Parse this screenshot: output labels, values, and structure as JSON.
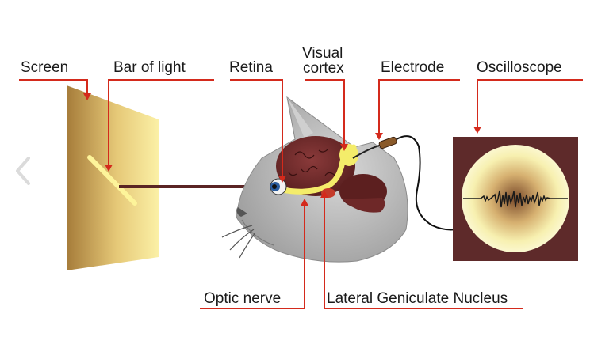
{
  "labels": {
    "screen": "Screen",
    "bar_of_light": "Bar of light",
    "retina": "Retina",
    "visual_cortex_line1": "Visual",
    "visual_cortex_line2": "cortex",
    "electrode": "Electrode",
    "oscilloscope": "Oscilloscope",
    "optic_nerve": "Optic nerve",
    "lgn": "Lateral Geniculate Nucleus"
  },
  "colors": {
    "leader_lines": "#d42a1c",
    "screen_dark": "#a67c3a",
    "screen_light": "#fbf0a6",
    "cat_fur": "#b9b9b9",
    "brain": "#6a2a2a",
    "pathway": "#f4ec6a",
    "oscilloscope_frame": "#5e2a2a",
    "oscilloscope_glow": "#f7f0b0",
    "light_ray": "#5a2424"
  },
  "icons": {
    "prev_nav": "chevron-left-icon"
  }
}
